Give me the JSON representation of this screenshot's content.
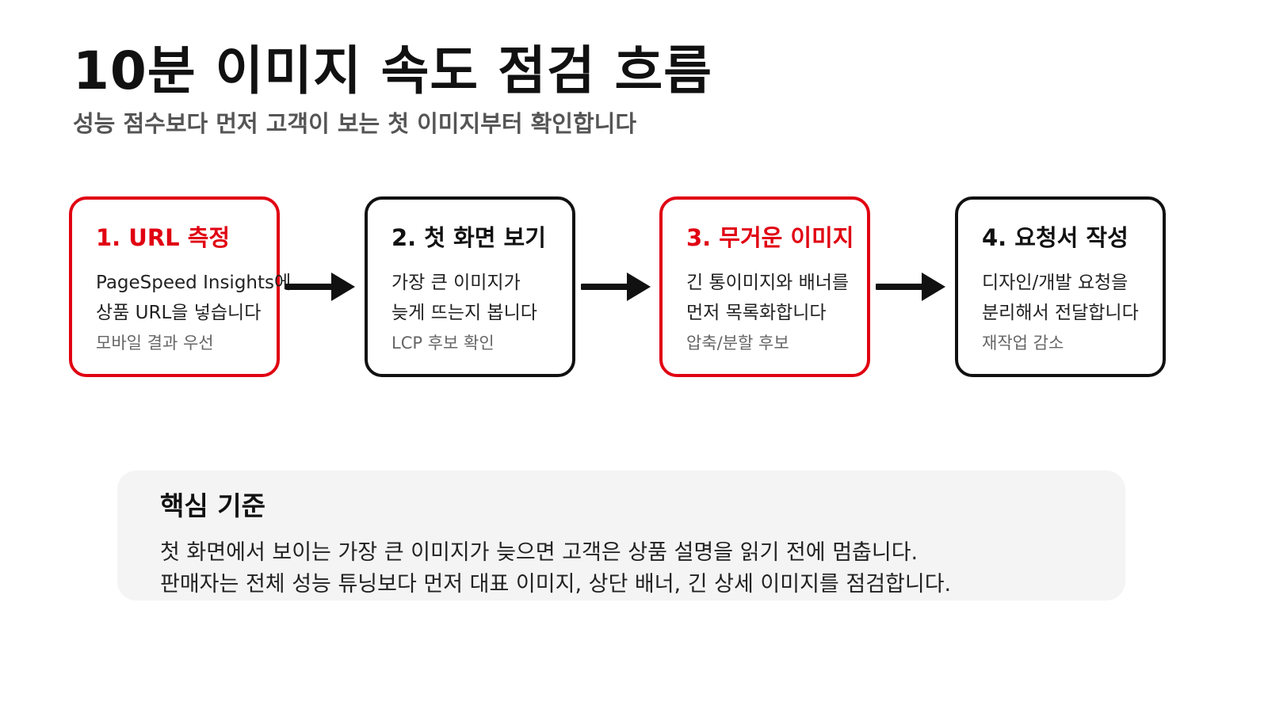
{
  "header": {
    "title": "10분 이미지 속도 점검 흐름",
    "subtitle": "성능 점수보다 먼저 고객이 보는 첫 이미지부터 확인합니다"
  },
  "steps": [
    {
      "title": "1. URL 측정",
      "lines": [
        "PageSpeed Insights에",
        "상품 URL을 넣습니다"
      ],
      "note": "모바일 결과 우선",
      "highlight": true
    },
    {
      "title": "2. 첫 화면 보기",
      "lines": [
        "가장 큰 이미지가",
        "늦게 뜨는지 봅니다"
      ],
      "note": "LCP 후보 확인",
      "highlight": false
    },
    {
      "title": "3. 무거운 이미지",
      "lines": [
        "긴 통이미지와 배너를",
        "먼저 목록화합니다"
      ],
      "note": "압축/분할 후보",
      "highlight": true
    },
    {
      "title": "4. 요청서 작성",
      "lines": [
        "디자인/개발 요청을",
        "분리해서 전달합니다"
      ],
      "note": "재작업 감소",
      "highlight": false
    }
  ],
  "summary": {
    "title": "핵심 기준",
    "lines": [
      "첫 화면에서 보이는 가장 큰 이미지가 늦으면 고객은 상품 설명을 읽기 전에 멈춥니다.",
      "판매자는 전체 성능 튜닝보다 먼저 대표 이미지, 상단 배너, 긴 상세 이미지를 점검합니다."
    ]
  },
  "colors": {
    "accent": "#e00012",
    "text": "#111111",
    "muted": "#666666",
    "panel": "#f4f4f4"
  },
  "icons": {
    "arrow": "arrow-right-icon"
  }
}
